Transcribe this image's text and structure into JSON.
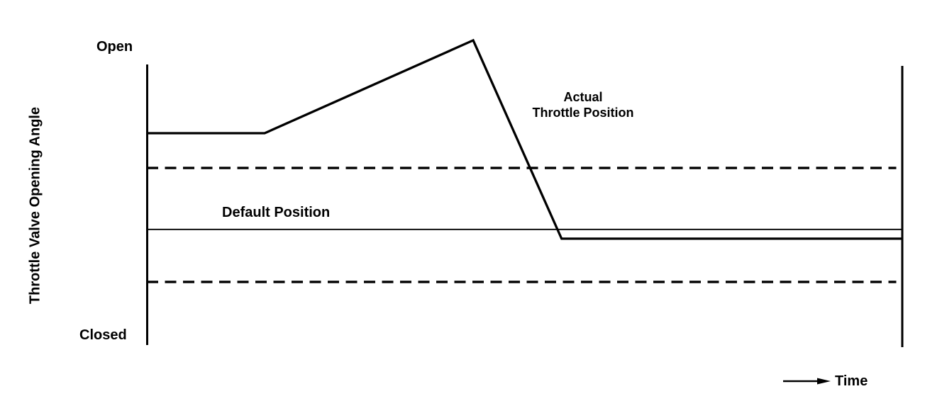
{
  "page": {
    "background": "#ffffff",
    "ink": "#000000"
  },
  "chart_data": {
    "type": "line",
    "title": "",
    "xlabel": "Time",
    "ylabel": "Throttle Valve Opening Angle",
    "y_axis_endpoint_labels": {
      "top": "Open",
      "bottom": "Closed"
    },
    "x_range": [
      0,
      100
    ],
    "y_range": [
      0,
      100
    ],
    "grid": false,
    "legend": "inline-annotations",
    "axes": {
      "left_axis": true,
      "right_boundary": true,
      "x_axis_drawn": false,
      "x_label_style": "arrow-annotation-bottom-right"
    },
    "series": [
      {
        "id": "actual-throttle-position",
        "name": "Actual Throttle Position",
        "label_lines": [
          "Actual",
          "Throttle Position"
        ],
        "style": "solid-thick",
        "points": [
          [
            0,
            75.5
          ],
          [
            15.6,
            75.5
          ],
          [
            43.2,
            108.6
          ],
          [
            54.9,
            37.9
          ],
          [
            100,
            37.9
          ]
        ]
      },
      {
        "id": "default-position",
        "name": "Default Position",
        "label_lines": [
          "Default Position"
        ],
        "style": "solid-thin",
        "points": [
          [
            0,
            41.2
          ],
          [
            100,
            41.2
          ]
        ]
      },
      {
        "id": "upper-dashed-threshold",
        "name": "",
        "label_lines": [],
        "style": "dashed",
        "points": [
          [
            0,
            63.1
          ],
          [
            99.2,
            63.1
          ]
        ]
      },
      {
        "id": "lower-dashed-threshold",
        "name": "",
        "label_lines": [],
        "style": "dashed",
        "points": [
          [
            0,
            22.5
          ],
          [
            99.2,
            22.5
          ]
        ]
      }
    ]
  }
}
